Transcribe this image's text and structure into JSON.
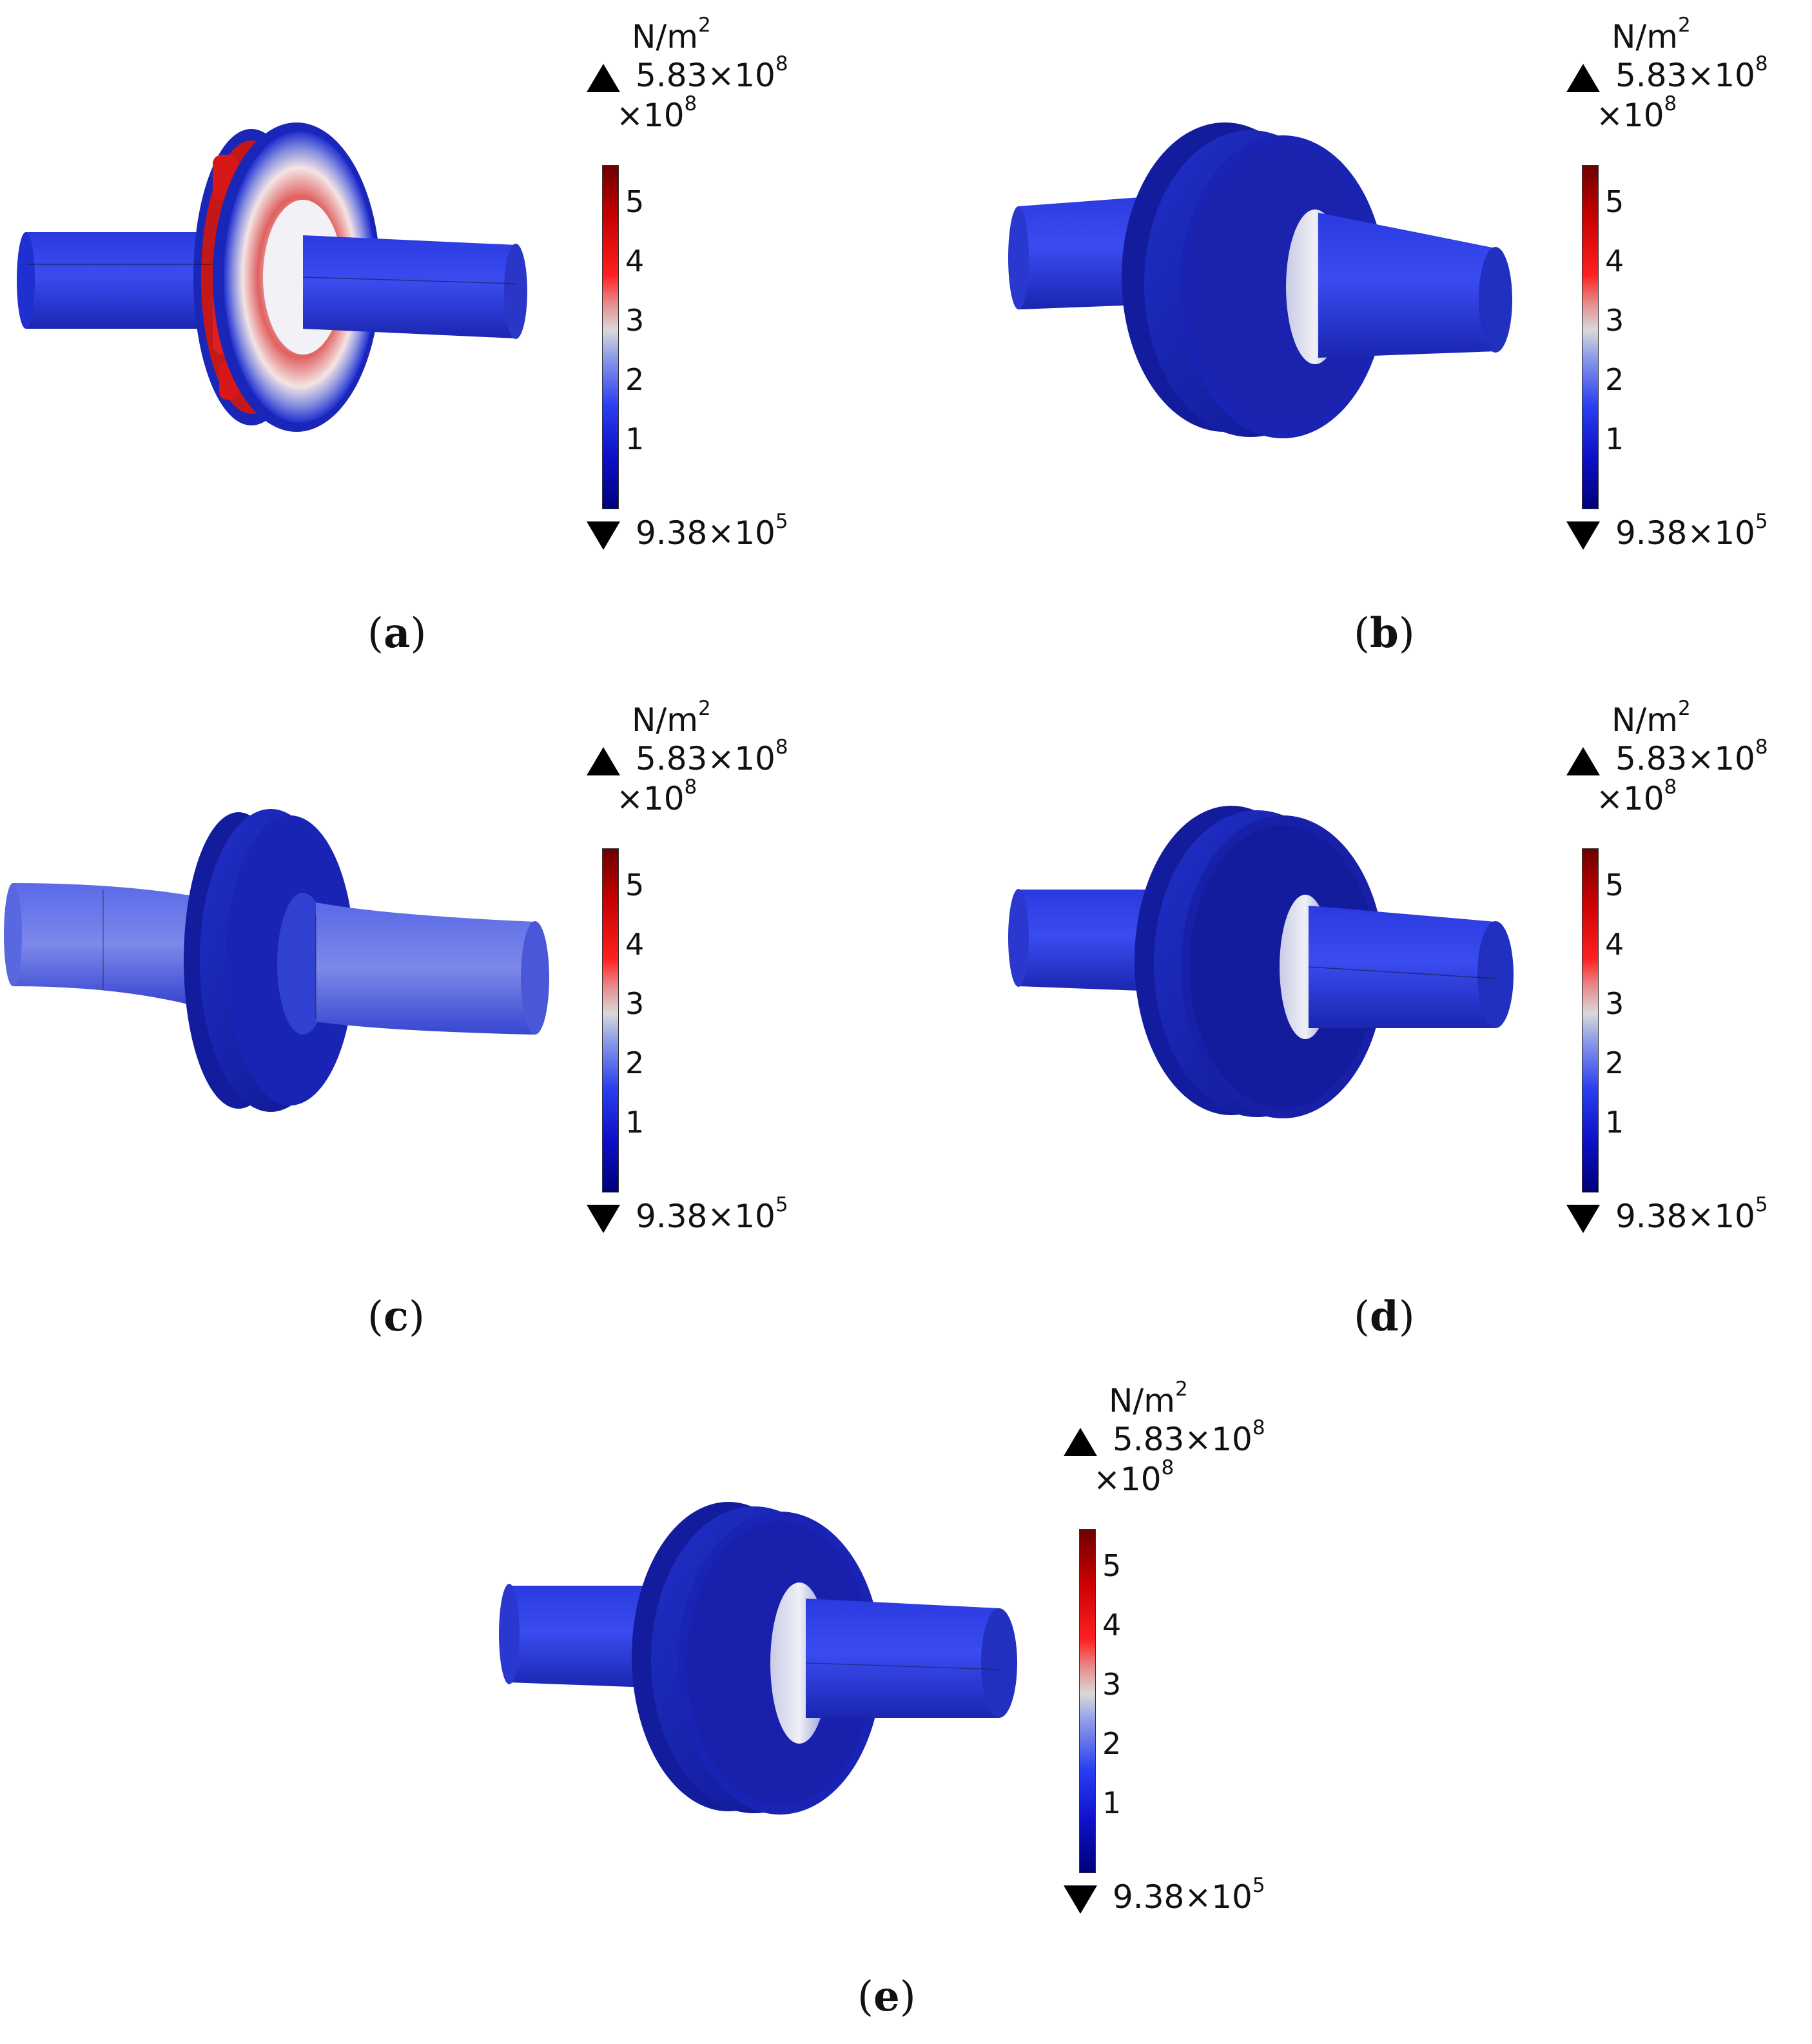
{
  "legend": {
    "unit_base": "N/m",
    "unit_exp": "2",
    "max_value": "5.83×10",
    "max_exp": "8",
    "multiplier": "×10",
    "multiplier_exp": "8",
    "min_value": "9.38×10",
    "min_exp": "5",
    "ticks": [
      "5",
      "4",
      "3",
      "2",
      "1"
    ]
  },
  "panels": [
    {
      "id": "a",
      "caption_open": "(",
      "caption_letter": "a",
      "caption_close": ")"
    },
    {
      "id": "b",
      "caption_open": "(",
      "caption_letter": "b",
      "caption_close": ")"
    },
    {
      "id": "c",
      "caption_open": "(",
      "caption_letter": "c",
      "caption_close": ")"
    },
    {
      "id": "d",
      "caption_open": "(",
      "caption_letter": "d",
      "caption_close": ")"
    },
    {
      "id": "e",
      "caption_open": "(",
      "caption_letter": "e",
      "caption_close": ")"
    }
  ],
  "colors": {
    "shaft": "#2a3ad8",
    "shaft_dark": "#1a26b0",
    "wheel": "#1a22b8",
    "wheel_dark": "#0e168e",
    "stress_high": "#d81818",
    "stress_mid": "#e6e6ef"
  }
}
